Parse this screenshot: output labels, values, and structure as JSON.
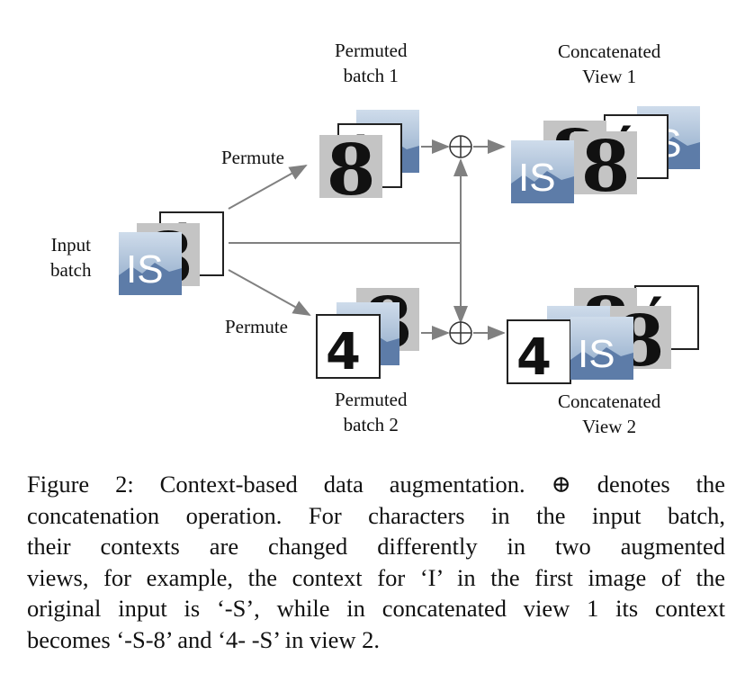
{
  "labels": {
    "input_batch": [
      "Input",
      "batch"
    ],
    "permute_top": "Permute",
    "permute_bottom": "Permute",
    "permuted_batch_1": [
      "Permuted",
      "batch 1"
    ],
    "permuted_batch_2": [
      "Permuted",
      "batch 2"
    ],
    "concatenated_view_1": [
      "Concatenated",
      "View 1"
    ],
    "concatenated_view_2": [
      "Concatenated",
      "View 2"
    ]
  },
  "glyphs": {
    "concat_symbol": "⊕",
    "char_eight": "8",
    "char_four": "4",
    "char_is": "IS"
  },
  "caption_lines": [
    "Figure 2: Context-based data augmentation. ⊕ denotes the",
    "concatenation operation. For characters in the input batch,",
    "their contexts are changed differently in two augmented",
    "views, for example, the context for ‘I’ in the first image of the",
    "original input is ‘-S’, while in concatenated view 1 its context",
    "becomes ‘-S-8’ and ‘4- -S’ in view 2."
  ],
  "colors": {
    "arrow": "#808080",
    "sky_top": "#c9d8e8",
    "sky_bottom": "#7e9bbd",
    "mountain": "#5a7aa6",
    "gray_tile": "#c9c9c9"
  }
}
